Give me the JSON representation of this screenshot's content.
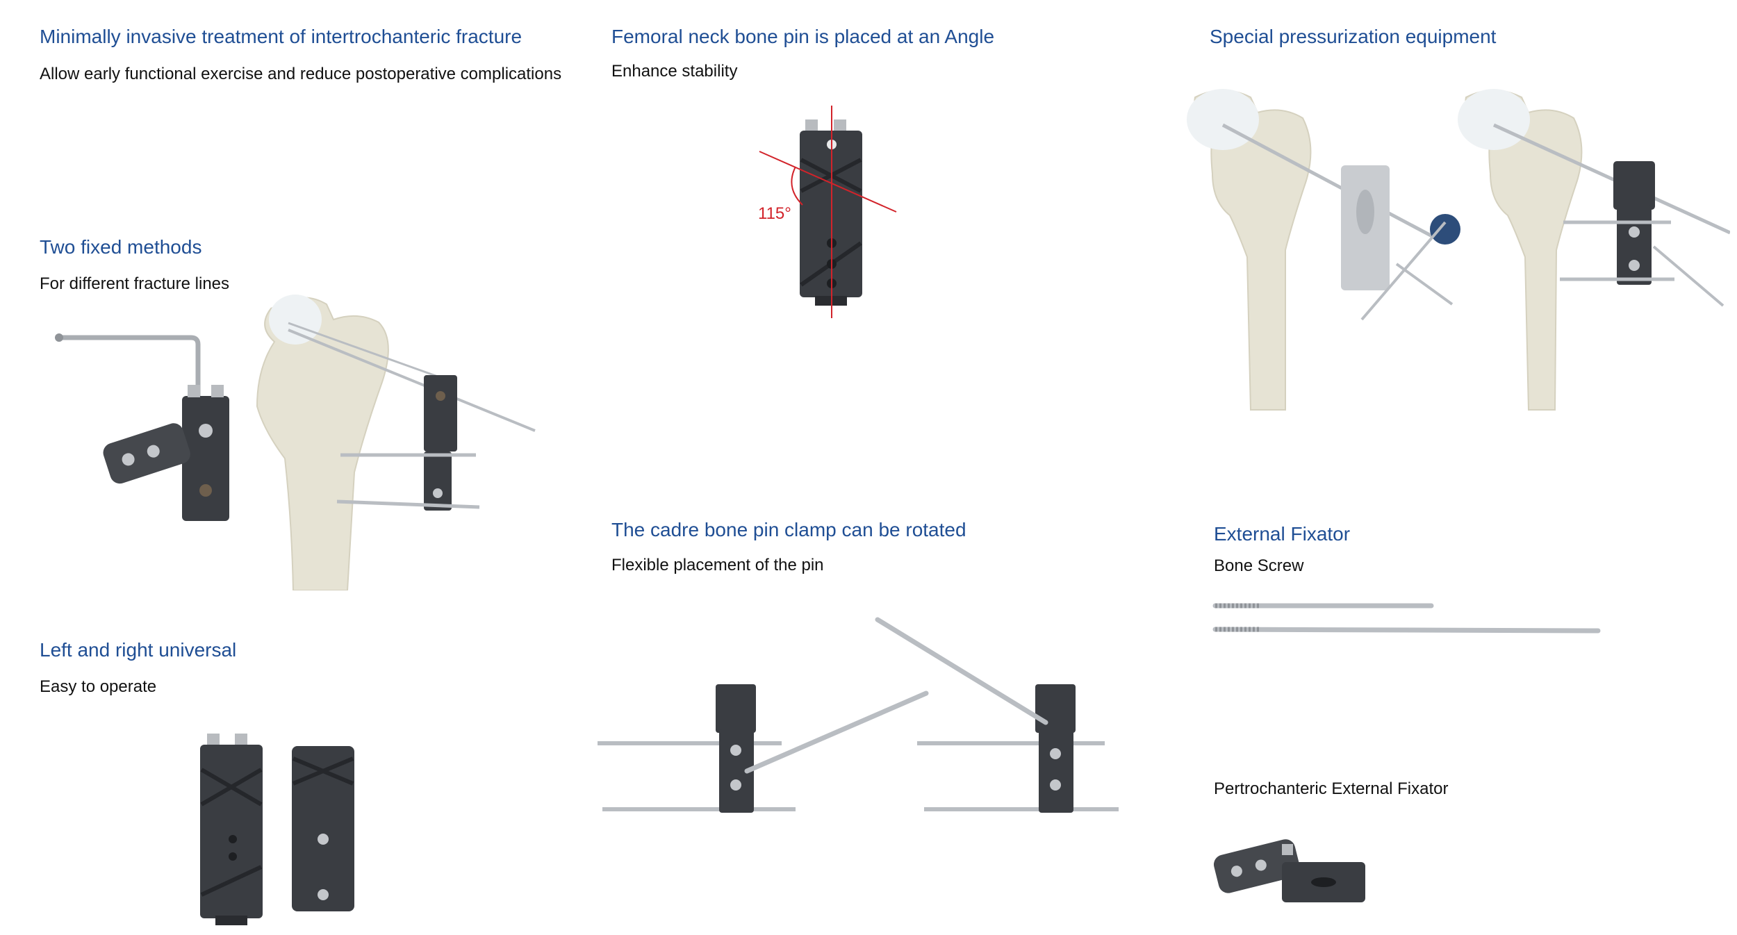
{
  "sections": {
    "minimally_invasive": {
      "title": "Minimally invasive treatment of intertrochanteric fracture",
      "subtitle": "Allow early functional exercise and reduce postoperative complications"
    },
    "two_fixed_methods": {
      "title": "Two fixed methods",
      "subtitle": "For different fracture lines"
    },
    "left_right_universal": {
      "title": "Left and right universal",
      "subtitle": "Easy to operate"
    },
    "femoral_neck_pin": {
      "title": "Femoral neck bone pin is placed at an Angle",
      "subtitle": "Enhance stability",
      "angle_label": "115°"
    },
    "cadre_clamp": {
      "title": "The cadre bone pin clamp can be rotated",
      "subtitle": "Flexible placement of the pin"
    },
    "pressurization": {
      "title": "Special pressurization equipment"
    },
    "external_fixator": {
      "title": "External Fixator",
      "bone_screw_label": "Bone Screw",
      "pertrochanteric_label": "Pertrochanteric External Fixator"
    }
  },
  "colors": {
    "heading": "#1f4e94",
    "body_text": "#111111",
    "device": "#3a3d42",
    "bone": "#e6e3d4",
    "pin": "#b9bdc2",
    "angle_line": "#d2232a",
    "knob": "#2d4d7a"
  }
}
